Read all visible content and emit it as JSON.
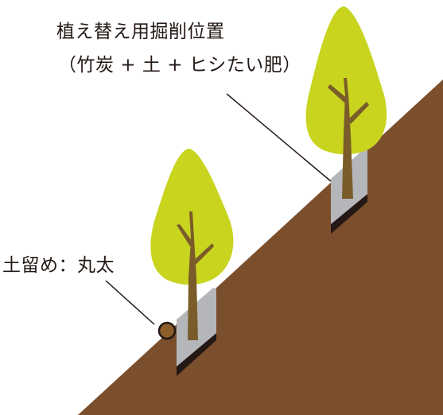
{
  "labels": {
    "planting_position_line1": "植え替え用掘削位置",
    "planting_position_line2": "（竹炭 + 土 + ヒシたい肥）",
    "retaining_log": "土留め：丸太"
  },
  "colors": {
    "soil": "#7b4e2c",
    "excavation_fill": "#b5b6b9",
    "excavation_base": "#231815",
    "tree_crown": "#c8d41e",
    "tree_trunk": "#7a5c2a",
    "log_fill": "#8b5e2a",
    "leader_line": "#231815",
    "text": "#231815"
  }
}
